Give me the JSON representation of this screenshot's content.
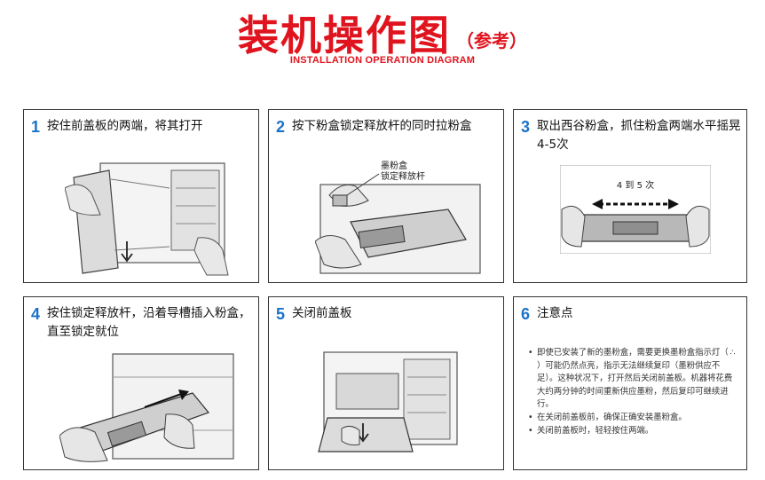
{
  "header": {
    "title": "装机操作图",
    "title_note": "（参考）",
    "subtitle": "INSTALLATION OPERATION DIAGRAM"
  },
  "steps": [
    {
      "num": "1",
      "text": "按住前盖板的两端，将其打开"
    },
    {
      "num": "2",
      "text": "按下粉盒锁定释放杆的同时拉粉盒",
      "callout_line1": "墨粉盒",
      "callout_line2": "锁定释放杆"
    },
    {
      "num": "3",
      "text": "取出西谷粉盒，抓住粉盒两端水平摇晃4-5次",
      "shake_label": "4 到 5 次"
    },
    {
      "num": "4",
      "text": "按住锁定释放杆，沿着导槽插入粉盒，直至锁定就位"
    },
    {
      "num": "5",
      "text": "关闭前盖板"
    },
    {
      "num": "6",
      "text": "注意点"
    }
  ],
  "notes": {
    "item1_a": "即使已安装了新的墨粉盒，需要更换墨粉盒指示灯（",
    "item1_icon": "∴",
    "item1_b": "）可能仍然点亮，指示无法继续复印（墨粉供应不足）。这种状况下，打开然后关闭前盖板。机器将花费大约两分钟的时间重新供应墨粉，然后复印可继续进行。",
    "item2": "在关闭前盖板前，确保正确安装墨粉盒。",
    "item3": "关闭前盖板时，轻轻按住两端。"
  },
  "icons": {
    "arrow": "arrow-icon",
    "double_arrow": "double-arrow-icon",
    "toner_dots": "toner-dots-icon"
  },
  "colors": {
    "title_red": "#e0141e",
    "step_blue": "#1a73c8",
    "border": "#333333"
  }
}
